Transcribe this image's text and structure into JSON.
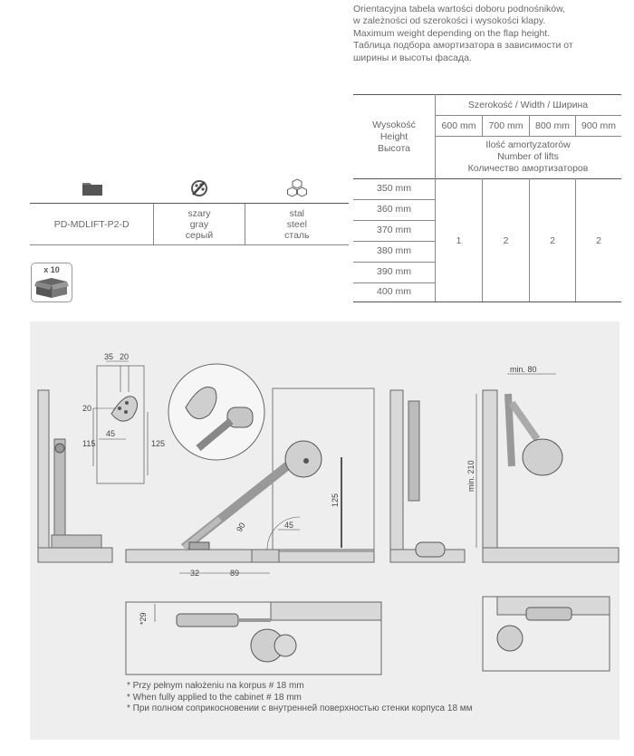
{
  "description": {
    "line1": "Orientacyjna tabela wartości doboru podnośników,",
    "line2": "w zależności od szerokości i wysokości klapy.",
    "line3": "Maximum weight depending on the flap height.",
    "line4": "Таблица подбора амортизатора в зависимости от",
    "line5": "ширины и высоты фасада."
  },
  "product": {
    "code": "PD-MDLIFT-P2-D",
    "color_pl": "szary",
    "color_en": "gray",
    "color_ru": "серый",
    "material_pl": "stal",
    "material_en": "steel",
    "material_ru": "сталь",
    "package_label": "x 10"
  },
  "lift_table": {
    "width_header": "Szerokość / Width / Ширина",
    "height_header_pl": "Wysokość",
    "height_header_en": "Height",
    "height_header_ru": "Высота",
    "widths": [
      "600 mm",
      "700 mm",
      "800 mm",
      "900 mm"
    ],
    "count_header_pl": "Ilość amortyzatorów",
    "count_header_en": "Number of lifts",
    "count_header_ru": "Количество амортизаторов",
    "heights": [
      "350 mm",
      "360 mm",
      "370 mm",
      "380 mm",
      "390 mm",
      "400 mm"
    ],
    "counts": [
      "1",
      "2",
      "2",
      "2"
    ]
  },
  "dimensions": {
    "d35": "35",
    "d20a": "20",
    "d20b": "20",
    "d115": "115",
    "d45a": "45",
    "d125a": "125",
    "d90": "90",
    "d45b": "45",
    "d125b": "125",
    "d32": "32",
    "d89": "89",
    "min80": "min. 80",
    "min210": "min. 210",
    "d29": "*29"
  },
  "notes": {
    "pl": "* Przy pełnym nałożeniu na korpus # 18 mm",
    "en": "* When fully applied to the cabinet # 18 mm",
    "ru": "* При полном соприкосновении с внутренней поверхностью стенки корпуса 18 мм"
  }
}
